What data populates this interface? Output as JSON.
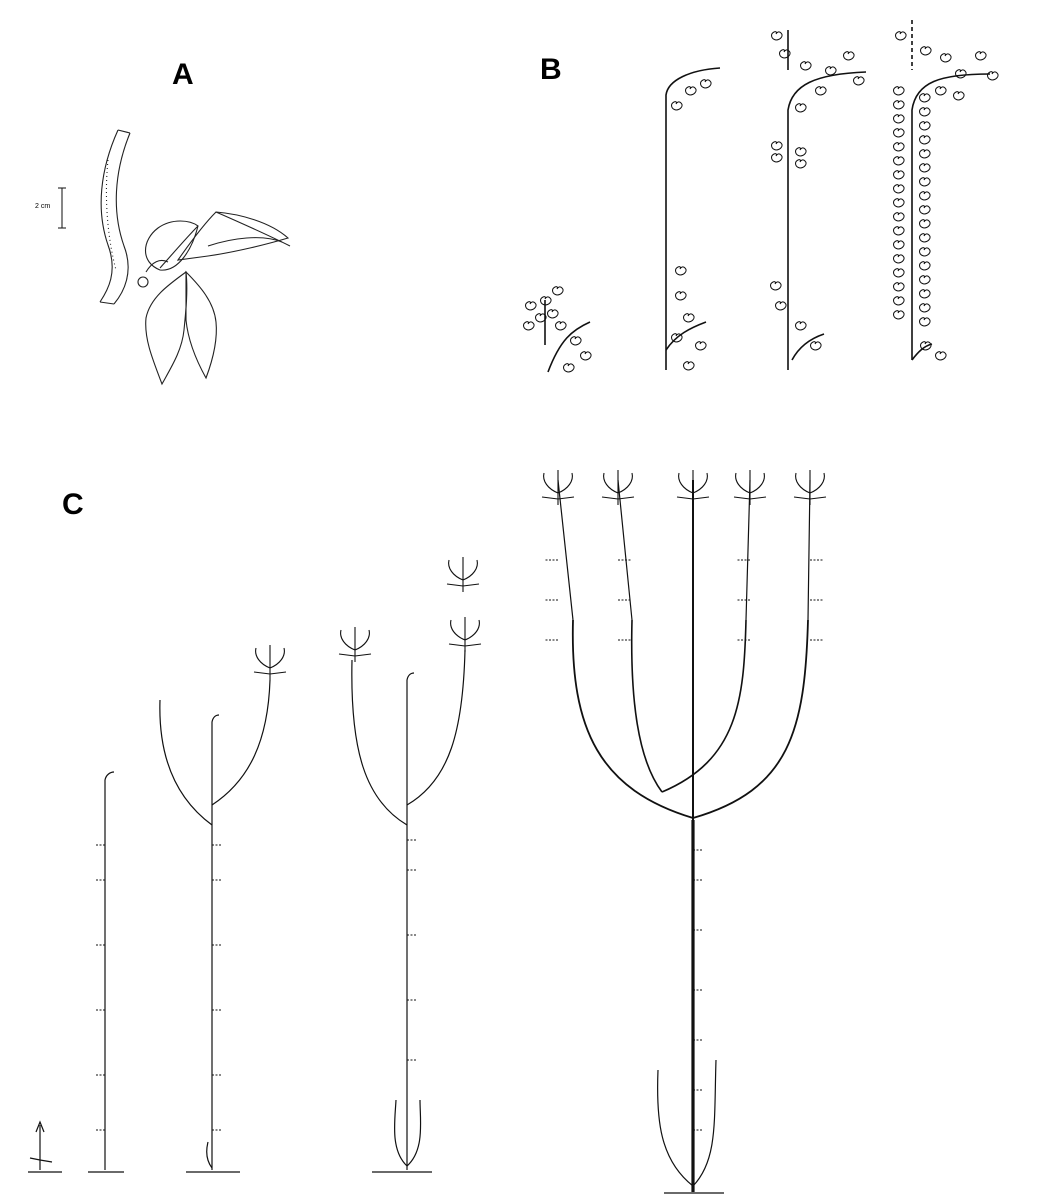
{
  "panels": [
    {
      "id": "A",
      "label": "A"
    },
    {
      "id": "B",
      "label": "B"
    },
    {
      "id": "C",
      "label": "C"
    }
  ],
  "scale_bar": {
    "label": "2 cm"
  },
  "colors": {
    "ink": "#000000",
    "leaf": "#555555",
    "panel_bg": "#ffffff"
  }
}
